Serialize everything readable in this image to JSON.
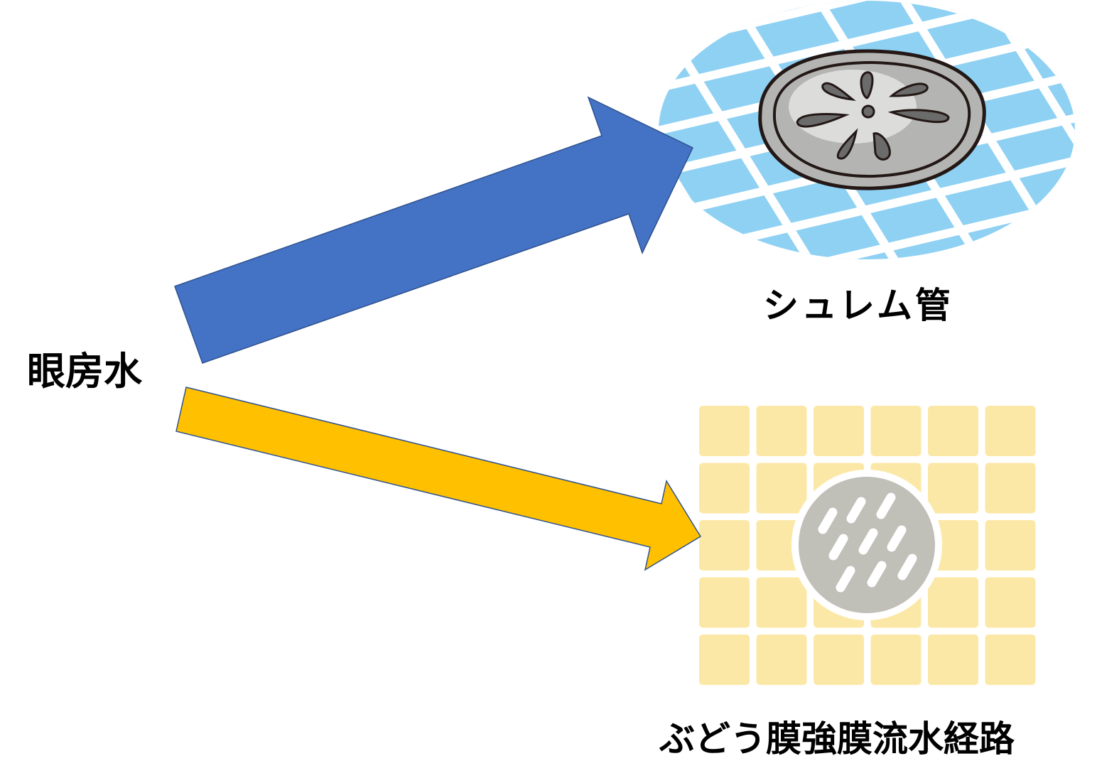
{
  "labels": {
    "aqueous_humor": "眼房水",
    "schlemm_canal": "シュレム管",
    "uveoscleral_pathway": "ぶどう膜強膜流水経路"
  },
  "colors": {
    "blue_arrow": "#4472C4",
    "yellow_arrow": "#FFC000",
    "blue_tiles": "#8FD1F3",
    "yellow_tiles": "#FCE8A6",
    "drain_gray": "#B4B5B2"
  }
}
